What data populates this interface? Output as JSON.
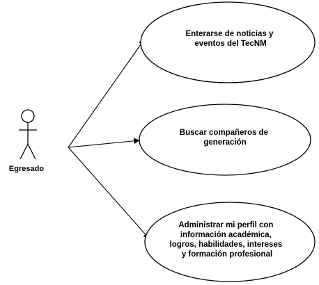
{
  "diagram": {
    "type": "use-case",
    "actor": {
      "label": "Egresado"
    },
    "use_cases": [
      {
        "lines": [
          "Enterarse de noticias y",
          "eventos del TecNM"
        ]
      },
      {
        "lines": [
          "Buscar compañeros de",
          "generación"
        ]
      },
      {
        "lines": [
          "Administrar mi perfil con",
          "información académica,",
          "logros, habilidades, intereses",
          "y formación profesional"
        ]
      }
    ],
    "colors": {
      "stroke": "#000000",
      "fill": "#ffffff",
      "text": "#000000"
    }
  }
}
